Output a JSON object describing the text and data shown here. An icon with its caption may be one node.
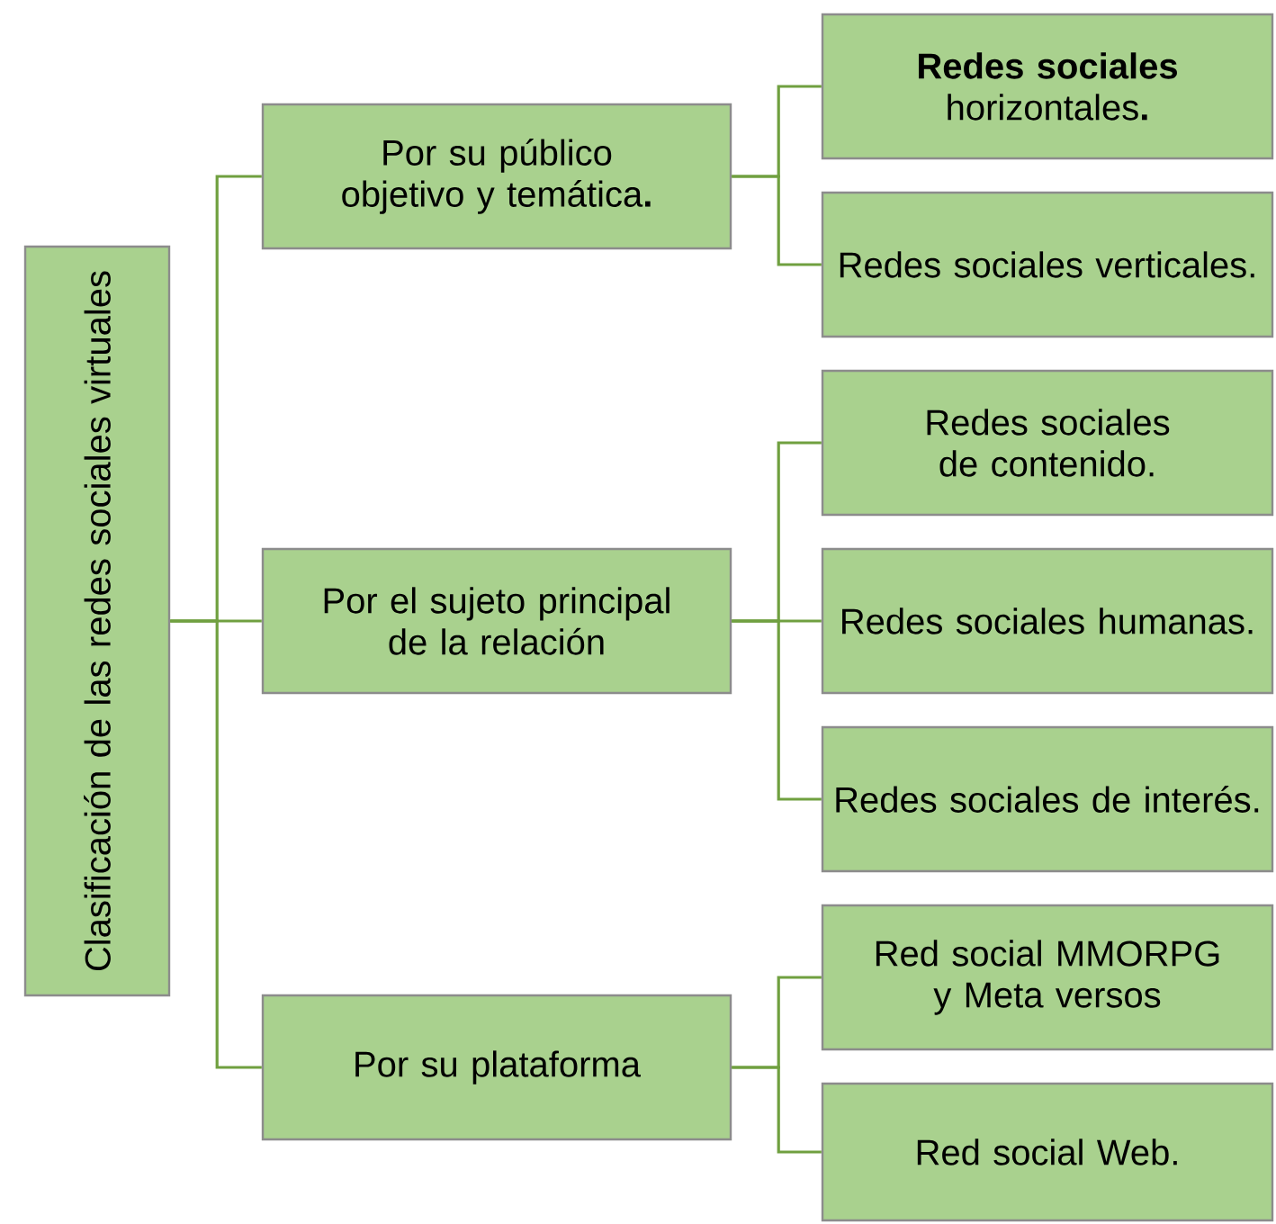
{
  "diagram": {
    "nodes": [
      {
        "text": [
          "Clasificación de las redes sociales virtuales"
        ]
      },
      {
        "text": [
          "Por su público objetivo y temática**.**"
        ]
      },
      {
        "text": [
          "Por el sujeto principal de la relación"
        ]
      },
      {
        "text": [
          "Por su plataforma"
        ]
      },
      {
        "text": [
          "**Redes sociales** horizontales**.**"
        ]
      },
      {
        "text": [
          "Redes sociales verticales."
        ]
      },
      {
        "text": [
          "Redes sociales de contenido."
        ]
      },
      {
        "text": [
          "Redes sociales humanas."
        ]
      },
      {
        "text": [
          "Redes sociales de interés."
        ]
      },
      {
        "text": [
          "Red social MMORPG y Meta versos"
        ]
      },
      {
        "text": [
          "Red social Web."
        ]
      }
    ],
    "edges": [
      {
        "from": 0,
        "to": 1,
        "arrow": "none"
      },
      {
        "from": 0,
        "to": 2,
        "arrow": "none"
      },
      {
        "from": 0,
        "to": 3,
        "arrow": "none"
      },
      {
        "from": 1,
        "to": 4,
        "arrow": "none"
      },
      {
        "from": 1,
        "to": 5,
        "arrow": "none"
      },
      {
        "from": 2,
        "to": 6,
        "arrow": "none"
      },
      {
        "from": 2,
        "to": 7,
        "arrow": "none"
      },
      {
        "from": 2,
        "to": 8,
        "arrow": "none"
      },
      {
        "from": 3,
        "to": 9,
        "arrow": "none"
      },
      {
        "from": 3,
        "to": 10,
        "arrow": "none"
      }
    ]
  }
}
